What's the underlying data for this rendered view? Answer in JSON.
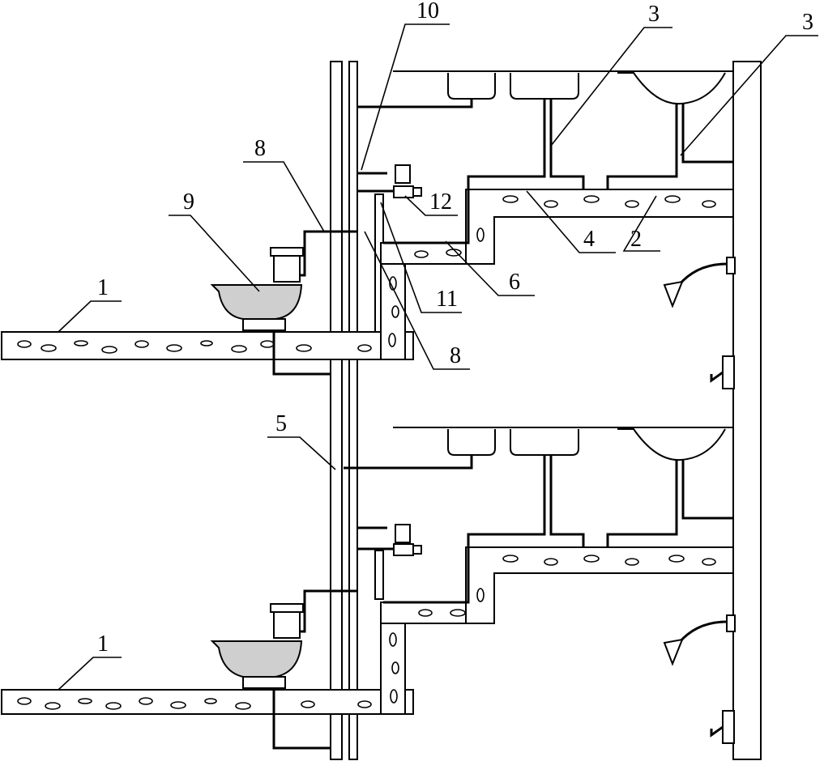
{
  "labels": [
    {
      "key": "l1a",
      "text": "1"
    },
    {
      "key": "l1b",
      "text": "1"
    },
    {
      "key": "l2",
      "text": "2"
    },
    {
      "key": "l3a",
      "text": "3"
    },
    {
      "key": "l3b",
      "text": "3"
    },
    {
      "key": "l4",
      "text": "4"
    },
    {
      "key": "l5",
      "text": "5"
    },
    {
      "key": "l6",
      "text": "6"
    },
    {
      "key": "l8a",
      "text": "8"
    },
    {
      "key": "l8b",
      "text": "8"
    },
    {
      "key": "l9",
      "text": "9"
    },
    {
      "key": "l10",
      "text": "10"
    },
    {
      "key": "l11",
      "text": "11"
    },
    {
      "key": "l12",
      "text": "12"
    }
  ]
}
